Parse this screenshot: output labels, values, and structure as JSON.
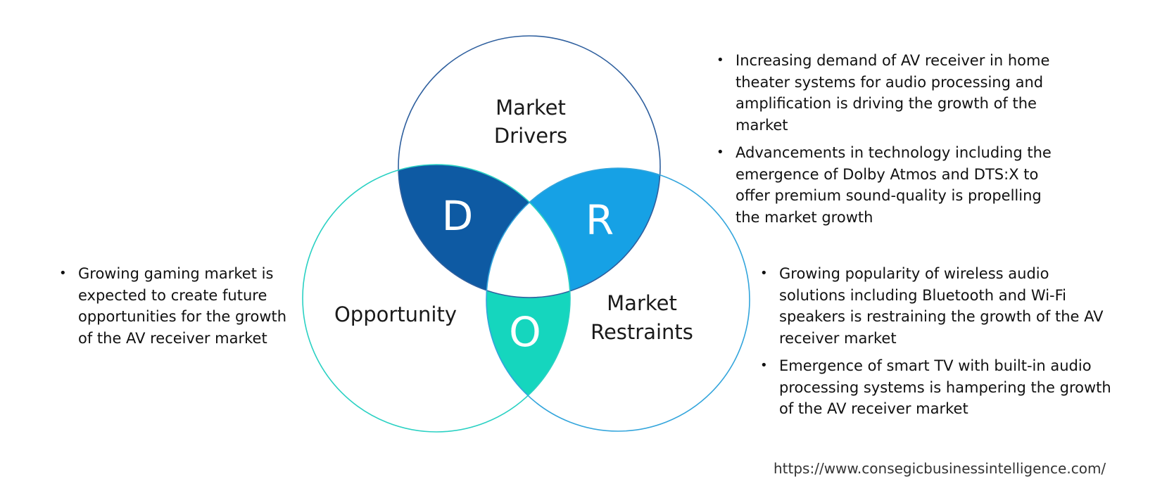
{
  "circles": {
    "drivers": {
      "line1": "Market",
      "line2": "Drivers",
      "color": "#2e5f9e"
    },
    "opportunity": {
      "label": "Opportunity",
      "color": "#2ad1c3"
    },
    "restraints": {
      "line1": "Market",
      "line2": "Restraints",
      "color": "#33a5dc"
    }
  },
  "overlaps": {
    "d": {
      "letter": "D",
      "color": "#0e5aa3"
    },
    "r": {
      "letter": "R",
      "color": "#16a1e5"
    },
    "o": {
      "letter": "O",
      "color": "#15d6be"
    }
  },
  "drivers_points": [
    "Increasing demand of AV receiver in home theater systems for audio processing and amplification is driving the growth of the market",
    "Advancements in technology including the emergence of Dolby Atmos and DTS:X to offer premium sound-quality is propelling the market growth"
  ],
  "restraints_points": [
    "Growing popularity of wireless audio solutions including Bluetooth and Wi-Fi speakers is restraining the growth of the AV receiver market",
    "Emergence of smart TV with built-in audio processing systems is hampering the growth of the AV receiver market"
  ],
  "opportunity_points": [
    "Growing gaming market is expected to create future opportunities for the growth of the AV receiver market"
  ],
  "source_url": "https://www.consegicbusinessintelligence.com/"
}
